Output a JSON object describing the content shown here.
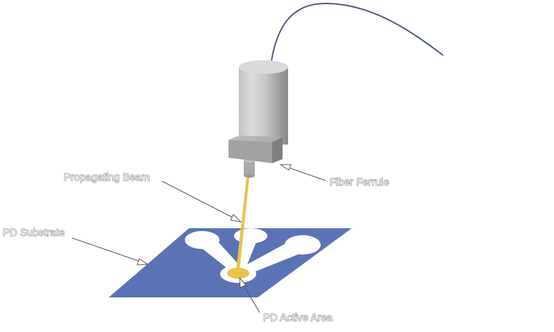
{
  "labels": {
    "propagating_beam": "Propagating Beam",
    "fiber_ferrule": "Fiber Ferrule",
    "pd_substrate": "PD Substrate",
    "pd_active_area": "PD Active Area"
  },
  "colors": {
    "substrate": "#5b73b5",
    "beam": "#e8c24a",
    "fiber_cable": "#4c5a82",
    "ferrule_body": "#c8c8c8",
    "pad": "#ffffff"
  }
}
